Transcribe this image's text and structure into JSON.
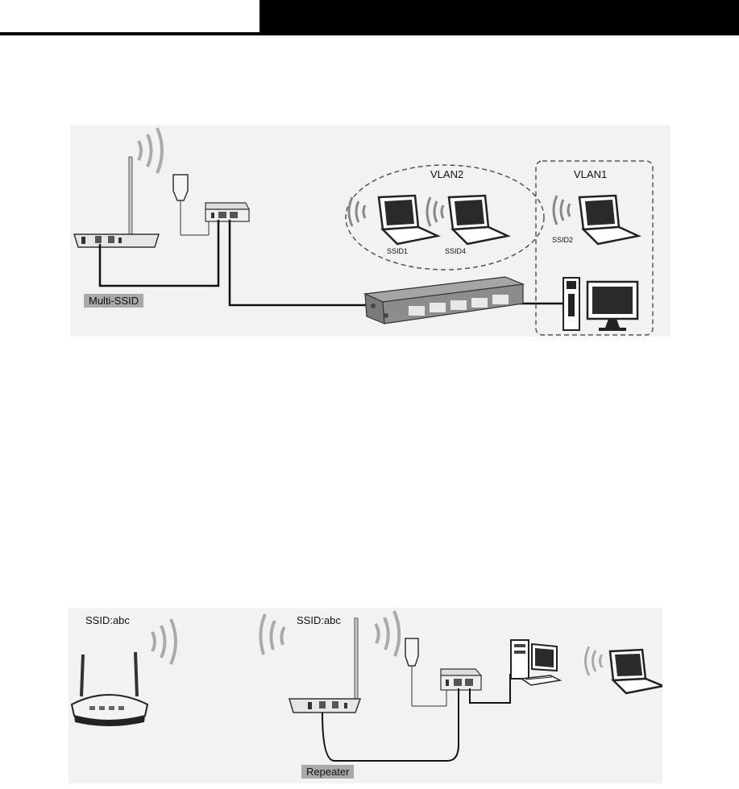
{
  "diagram1": {
    "vlan2_label": "VLAN2",
    "vlan1_label": "VLAN1",
    "ssid1_label": "SSID1",
    "ssid4_label": "SSID4",
    "ssid2_label": "SSID2",
    "mode_tag": "Multi-SSID"
  },
  "diagram2": {
    "root_ssid_label": "SSID:abc",
    "repeater_ssid_label": "SSID:abc",
    "mode_tag": "Repeater"
  },
  "colors": {
    "header": "#000000",
    "panel": "#f2f2f2",
    "tag": "#a9a9a9",
    "line": "#111111"
  }
}
